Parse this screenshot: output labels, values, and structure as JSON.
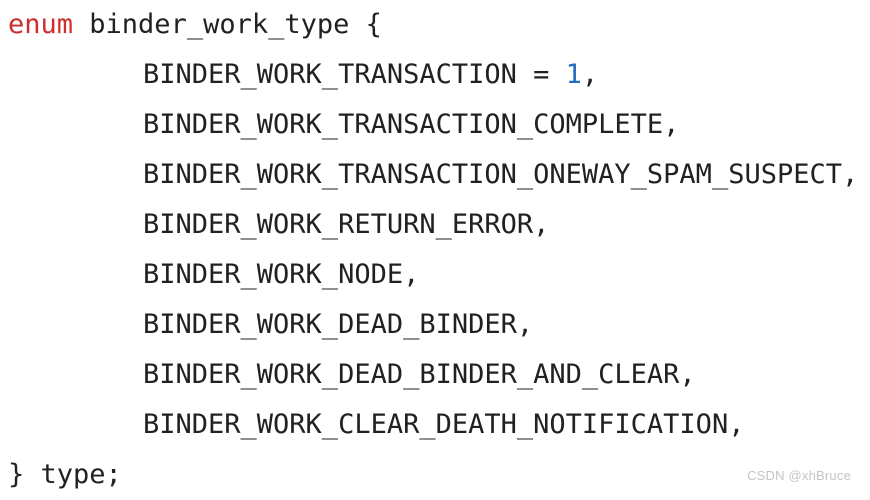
{
  "colors": {
    "background": "#ffffff",
    "plain": "#212121",
    "keyword": "#cc2f2e",
    "number": "#236cbe",
    "watermark": "#c4c4c4"
  },
  "code": {
    "language": "c",
    "lines": [
      {
        "indent": false,
        "segments": [
          {
            "text": "enum",
            "color": "keyword"
          },
          {
            "text": " binder_work_type {",
            "color": "plain"
          }
        ]
      },
      {
        "indent": true,
        "segments": [
          {
            "text": "BINDER_WORK_TRANSACTION = ",
            "color": "plain"
          },
          {
            "text": "1",
            "color": "number"
          },
          {
            "text": ",",
            "color": "plain"
          }
        ]
      },
      {
        "indent": true,
        "segments": [
          {
            "text": "BINDER_WORK_TRANSACTION_COMPLETE,",
            "color": "plain"
          }
        ]
      },
      {
        "indent": true,
        "segments": [
          {
            "text": "BINDER_WORK_TRANSACTION_ONEWAY_SPAM_SUSPECT,",
            "color": "plain"
          }
        ]
      },
      {
        "indent": true,
        "segments": [
          {
            "text": "BINDER_WORK_RETURN_ERROR,",
            "color": "plain"
          }
        ]
      },
      {
        "indent": true,
        "segments": [
          {
            "text": "BINDER_WORK_NODE,",
            "color": "plain"
          }
        ]
      },
      {
        "indent": true,
        "segments": [
          {
            "text": "BINDER_WORK_DEAD_BINDER,",
            "color": "plain"
          }
        ]
      },
      {
        "indent": true,
        "segments": [
          {
            "text": "BINDER_WORK_DEAD_BINDER_AND_CLEAR,",
            "color": "plain"
          }
        ]
      },
      {
        "indent": true,
        "segments": [
          {
            "text": "BINDER_WORK_CLEAR_DEATH_NOTIFICATION,",
            "color": "plain"
          }
        ]
      },
      {
        "indent": false,
        "segments": [
          {
            "text": "} type;",
            "color": "plain"
          }
        ]
      }
    ]
  },
  "watermark": {
    "label": "CSDN @xhBruce"
  }
}
